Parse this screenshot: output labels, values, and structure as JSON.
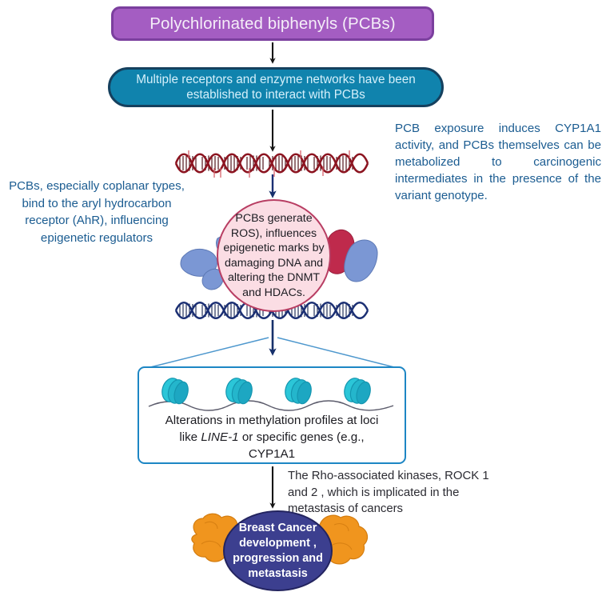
{
  "diagram": {
    "title_box": {
      "label": "Polychlorinated biphenyls (PCBs)",
      "fill": "#a45dc2",
      "border": "#7b3f9e",
      "text_color": "#f5eef8"
    },
    "receptor_box": {
      "label": "Multiple receptors and enzyme networks have been established to interact with PCBs",
      "fill": "#1083ad",
      "border": "#15405e",
      "text_color": "#d5f0fb"
    },
    "annotation_right": {
      "text": "PCB exposure induces CYP1A1 activity, and PCBs themselves can be metabolized to carcinogenic intermediates in the presence of the variant genotype.",
      "color": "#1b5c91"
    },
    "annotation_left": {
      "text": "PCBs, especially coplanar types, bind to the aryl hydrocarbon receptor (AhR), influencing epigenetic regulators",
      "color": "#1b5c91"
    },
    "ros_ellipse": {
      "label": "PCBs generate ROS), influences epigenetic marks by damaging DNA and altering the  DNMT and  HDACs.",
      "fill": "#fbdde4",
      "border": "#b83e63",
      "text_color": "#1c1c22"
    },
    "methylation_box": {
      "line1": "Alterations in methylation profiles at loci",
      "line2_pre": "like ",
      "line2_italic": "LINE-1",
      "line2_post": " or specific genes (e.g.,",
      "line3": "CYP1A1",
      "border": "#1d86c4",
      "text_color": "#1c1c22"
    },
    "annotation_rock": {
      "text": "The Rho-associated kinases, ROCK 1 and 2 , which is implicated in the metastasis of cancers",
      "color": "#2b2b32"
    },
    "outcome_ellipse": {
      "label": "Breast Cancer development , progression and metastasis",
      "fill": "#3c3f8f",
      "border": "#23245f",
      "text_color": "#ffffff"
    },
    "graphics": {
      "dna_top": {
        "name": "dna-double-helix-red",
        "color": "#8c1420",
        "accent": "#d6606a"
      },
      "dna_bottom": {
        "name": "dna-double-helix-blue",
        "color": "#1b2f73",
        "accent": "#7f8fc4"
      },
      "nucleosomes": {
        "name": "nucleosome-disk",
        "color": "#28c3d4",
        "shade": "#128fa8",
        "strand": "#5b5b6b",
        "count": 4
      },
      "protein_blobs_left": {
        "name": "protein-blob-blue",
        "color": "#6e8ed0"
      },
      "protein_blobs_right": {
        "name": "protein-blob-red",
        "color": "#b82746"
      },
      "tumor_blobs": {
        "name": "tumor-blob-orange",
        "color": "#f0951e"
      },
      "arrows": {
        "color": "#1b1b1b",
        "count": 4
      },
      "funnel": {
        "name": "magnify-funnel",
        "color": "#2f86c5"
      }
    }
  }
}
